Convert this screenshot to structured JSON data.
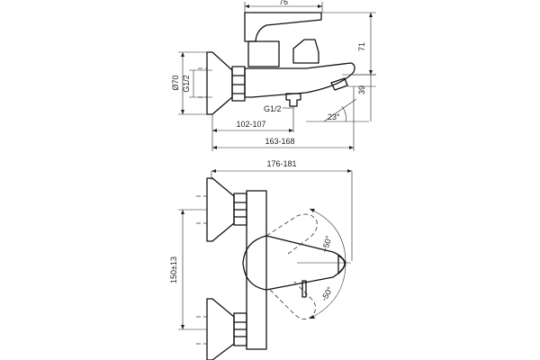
{
  "dimensions": {
    "top_width": "76",
    "top_height": "71",
    "spout_height": "39",
    "flange_diameter": "Ø70",
    "inlet_thread": "G1/2",
    "outlet_thread": "G1/2",
    "spout_angle": "23°",
    "projection_short": "102-107",
    "projection_long": "163-168",
    "overall_width": "176-181",
    "centre_distance": "150±13",
    "lever_up": "+50°",
    "lever_down": "-50°"
  }
}
